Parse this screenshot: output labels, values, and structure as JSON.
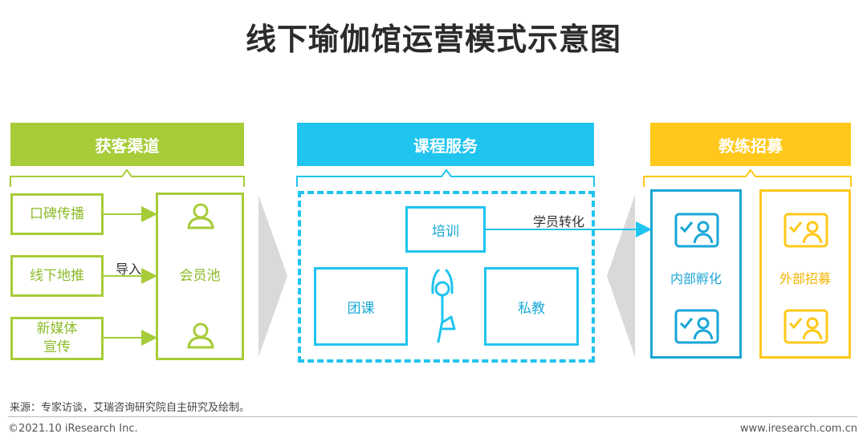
{
  "title": "线下瑜伽馆运营模式示意图",
  "sections": {
    "acquisition": {
      "header": "获客渠道",
      "channels": [
        "口碑传播",
        "线下地推",
        "新媒体\n宣传"
      ],
      "arrow_label": "导入",
      "pool": "会员池"
    },
    "courses": {
      "header": "课程服务",
      "training": "培训",
      "group_class": "团课",
      "private_class": "私教",
      "conversion_label": "学员转化"
    },
    "coaches": {
      "header": "教练招募",
      "internal": "内部孵化",
      "external": "外部招募"
    }
  },
  "colors": {
    "green": "#a6cc38",
    "blue": "#1fc4ef",
    "dark_blue": "#1aa6d8",
    "yellow": "#ffc81a",
    "chevron": "#d9d9d9"
  },
  "source": "来源：专家访谈，艾瑞咨询研究院自主研究及绘制。",
  "copyright": "©2021.10 iResearch Inc.",
  "website": "www.iresearch.com.cn"
}
